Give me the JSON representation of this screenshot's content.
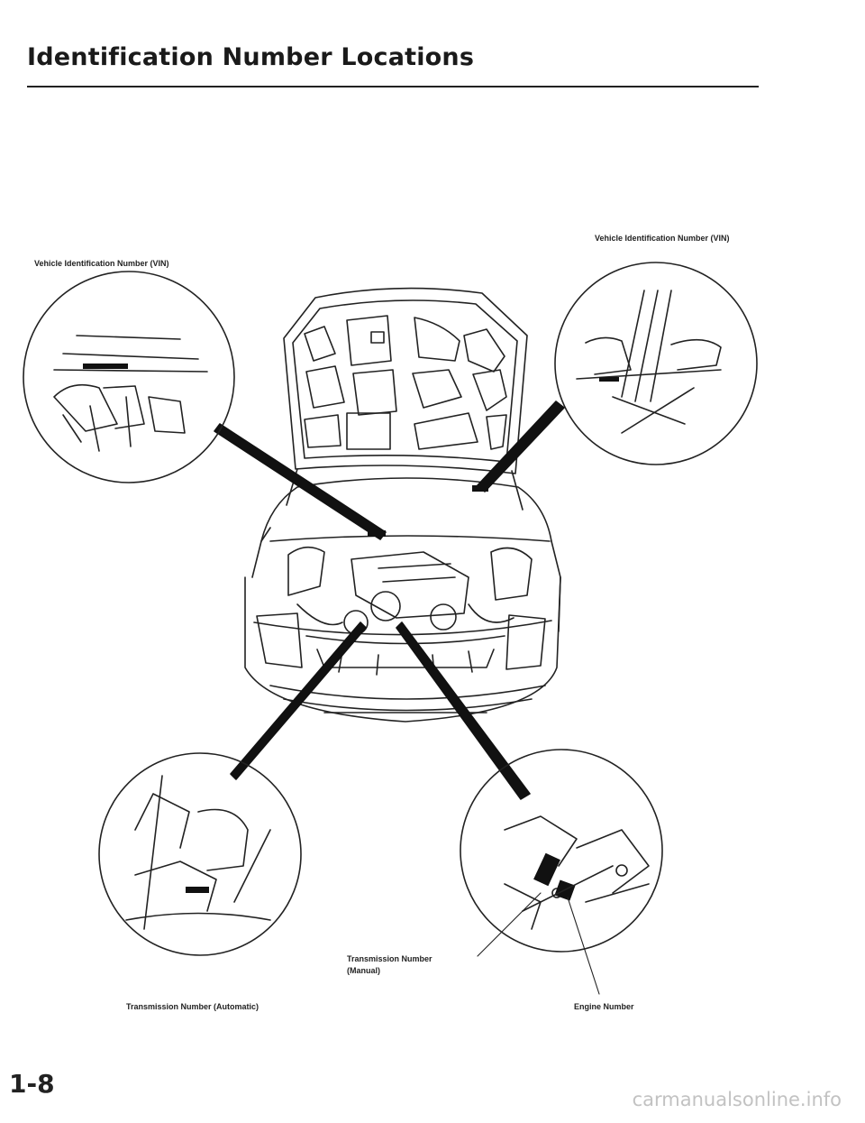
{
  "header": {
    "title": "Identification Number Locations"
  },
  "callouts": {
    "vin_left": "Vehicle Identification Number (VIN)",
    "vin_right": "Vehicle Identification Number (VIN)",
    "trans_manual_line1": "Transmission Number",
    "trans_manual_line2": "(Manual)",
    "trans_auto": "Transmission Number (Automatic)",
    "engine": "Engine Number"
  },
  "footer": {
    "page_number": "1-8",
    "watermark": "carmanualsonline.info"
  }
}
